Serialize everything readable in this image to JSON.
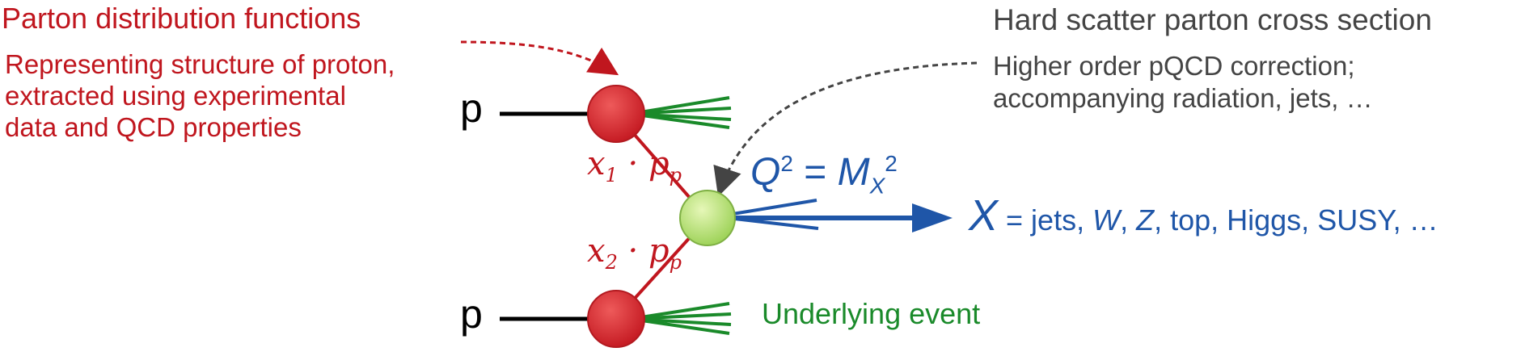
{
  "pdf": {
    "title": "Parton distribution functions",
    "description_lines": [
      "Representing structure of proton,",
      "extracted using experimental",
      "data and QCD properties"
    ]
  },
  "hard_scatter": {
    "title": "Hard scatter parton cross section",
    "description_lines": [
      "Higher order pQCD correction;",
      "accompanying radiation, jets, …"
    ]
  },
  "protons": {
    "top": "p",
    "bottom": "p"
  },
  "momentum_labels": {
    "x1": {
      "var": "x",
      "sub": "1",
      "op": " · ",
      "p": "p",
      "p_sub": "p"
    },
    "x2": {
      "var": "x",
      "sub": "2",
      "op": " · ",
      "p": "p",
      "p_sub": "p"
    }
  },
  "scale": {
    "q": "Q",
    "q_sup": "2",
    "eq": " = ",
    "m": "M",
    "m_sub": "X",
    "m_sup": "2"
  },
  "final_state": {
    "x": "X",
    "eq": " = jets, ",
    "w": "W",
    "c1": ", ",
    "z": "Z",
    "rest": ", top, Higgs, SUSY, …"
  },
  "underlying_event": "Underlying event",
  "colors": {
    "red": "#c0161e",
    "parton_red": "#d42a2a",
    "hard_green": "#b6e56b",
    "jet_green": "#1a8a2a",
    "blue": "#1f56a8",
    "gray": "#444444"
  }
}
